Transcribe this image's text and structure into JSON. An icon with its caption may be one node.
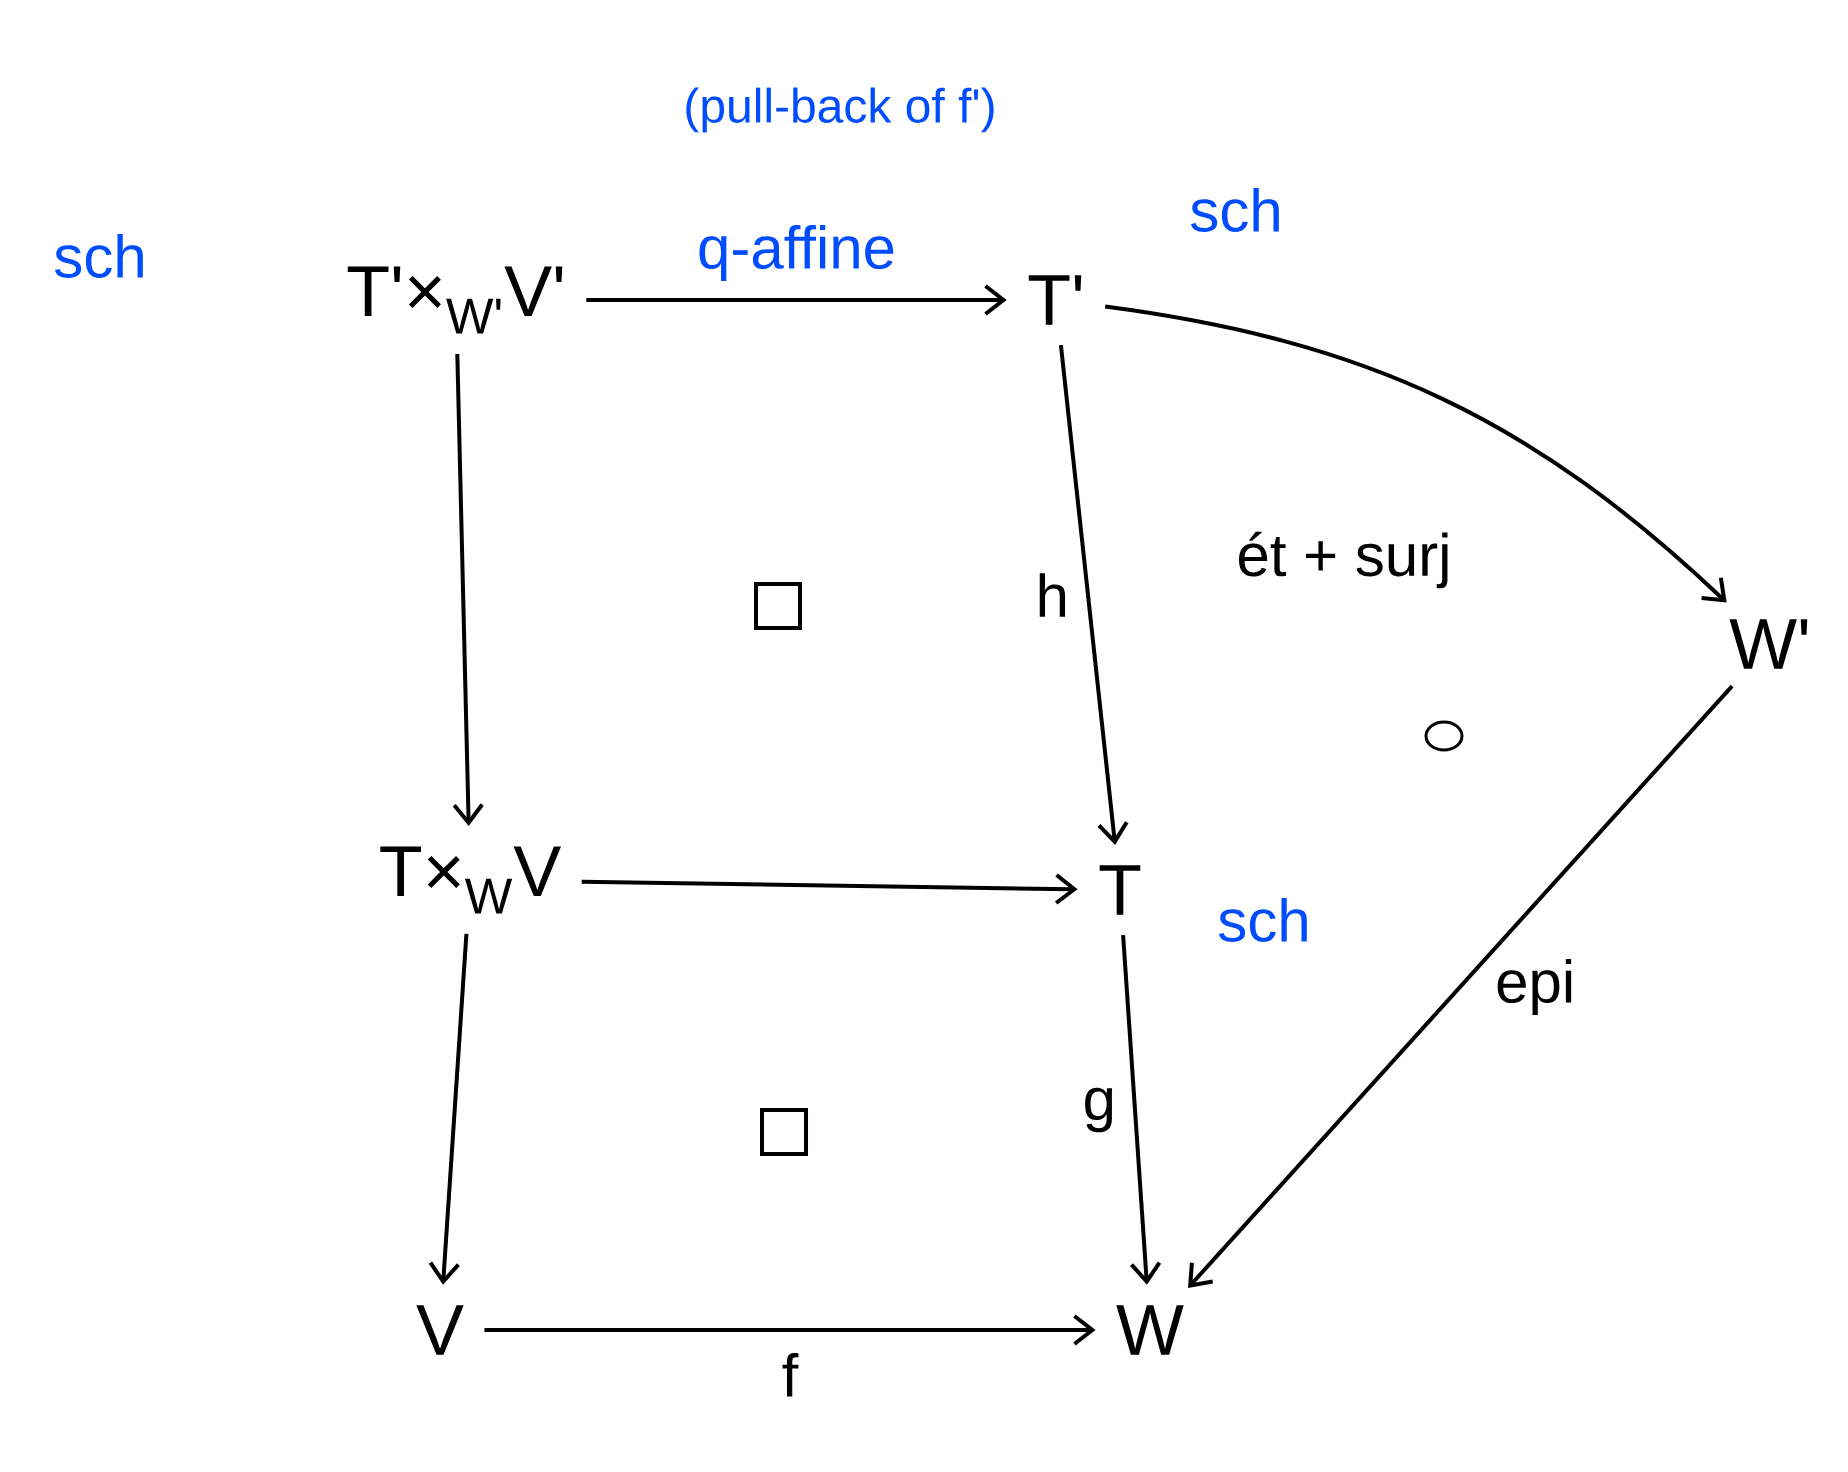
{
  "diagram": {
    "nodes": [
      {
        "text": [
          "T'×$_{W'}$V'"
        ],
        "beside": [
          "sch"
        ]
      },
      {
        "text": [
          "T'"
        ],
        "beside": [
          "sch"
        ]
      },
      {
        "text": [
          "W'"
        ]
      },
      {
        "text": [
          "T×$_{W}$V"
        ]
      },
      {
        "text": [
          "T"
        ],
        "beside": [
          "sch"
        ]
      },
      {
        "text": [
          "V"
        ]
      },
      {
        "text": [
          "W"
        ]
      }
    ],
    "edges": [
      {
        "from": 0,
        "to": 1,
        "arrow": "to",
        "label": "q-affine"
      },
      {
        "from": 0,
        "to": 3,
        "arrow": "to"
      },
      {
        "from": 1,
        "to": 4,
        "arrow": "to",
        "label": "h"
      },
      {
        "from": 1,
        "to": 2,
        "arrow": "to"
      },
      {
        "from": 3,
        "to": 4,
        "arrow": "to"
      },
      {
        "from": 3,
        "to": 5,
        "arrow": "to"
      },
      {
        "from": 4,
        "to": 6,
        "arrow": "to",
        "label": "g"
      },
      {
        "from": 5,
        "to": 6,
        "arrow": "to",
        "label": "f"
      },
      {
        "from": 2,
        "to": 6,
        "arrow": "to",
        "label": "epi"
      }
    ],
    "labels": [
      "(pull-back of f')",
      "ét + surj"
    ]
  }
}
